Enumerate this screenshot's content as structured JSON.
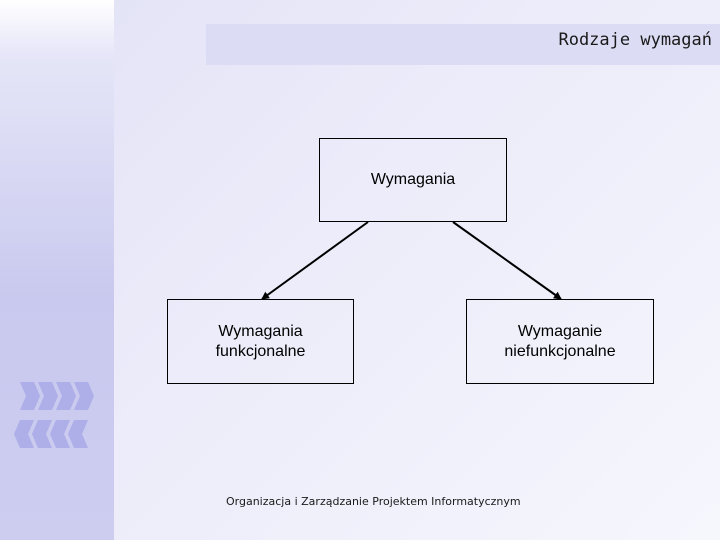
{
  "slide": {
    "title": "Rodzaje wymagań",
    "footer": "Organizacja i Zarządzanie Projektem Informatycznym"
  },
  "diagram": {
    "root": {
      "label": "Wymagania"
    },
    "children": [
      {
        "line1": "Wymagania",
        "line2": "funkcjonalne"
      },
      {
        "line1": "Wymaganie",
        "line2": "niefunkcjonalne"
      }
    ]
  },
  "colors": {
    "background": "#ececfa",
    "strip": "#c9c9ef",
    "title_bar": "#dcdcf4",
    "chevron": "#aeaee8",
    "line": "#000000"
  },
  "icons": {
    "decoration": "chevron-arrows-icon"
  }
}
